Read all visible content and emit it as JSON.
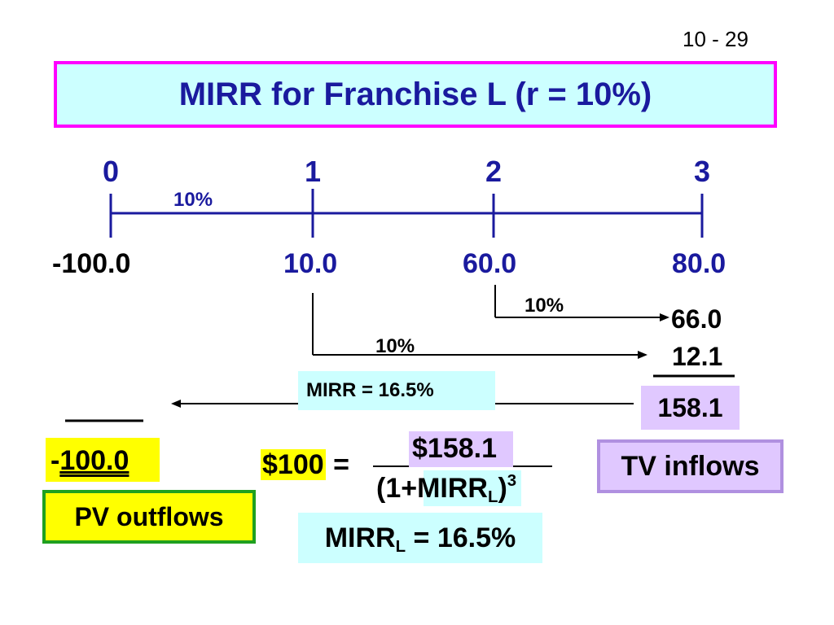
{
  "page_number": "10 - 29",
  "title": "MIRR for Franchise L (r = 10%)",
  "timeline": {
    "periods": [
      "0",
      "1",
      "2",
      "3"
    ],
    "rate_label": "10%",
    "cash_flows": [
      "-100.0",
      "10.0",
      "60.0",
      "80.0"
    ]
  },
  "compounding": {
    "rate_label_upper": "10%",
    "rate_label_lower": "10%",
    "fv_from_2": "66.0",
    "fv_from_1": "12.1"
  },
  "mirr_label": "MIRR = 16.5%",
  "tv_sum": "158.1",
  "tv_label": "TV inflows",
  "pv": {
    "sign": "-",
    "value": "100.0",
    "label": "PV outflows"
  },
  "equation": {
    "lhs": "$100",
    "equals": " =",
    "numerator": "$158.1",
    "den_open": "(1+",
    "den_mirr": "MIRR",
    "den_sub": "L",
    "den_close": ")",
    "den_exp": "3"
  },
  "result": {
    "mirr": "MIRR",
    "sub": "L",
    "rest": " = 16.5%"
  },
  "colors": {
    "accent_blue": "#1a1a9e",
    "title_border": "#ff00ff",
    "title_bg": "#ccffff",
    "tv_bg": "#e0c8ff",
    "pv_border": "#1fa01f",
    "highlight": "#ffff00"
  }
}
